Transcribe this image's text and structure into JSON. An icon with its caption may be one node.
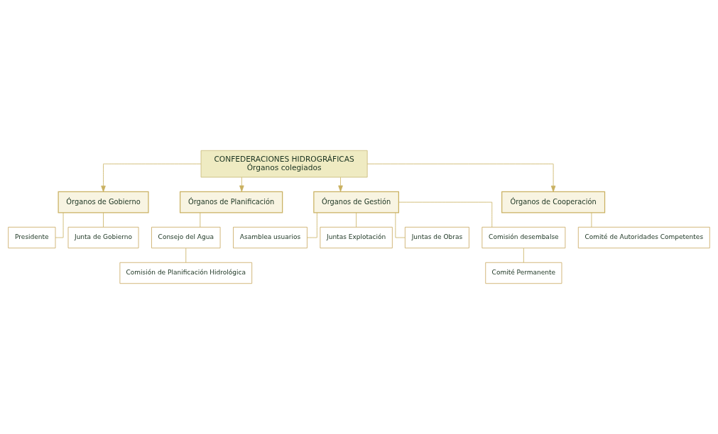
{
  "diagram": {
    "nodes": [
      {
        "text": [
          "CONFEDERACIONES HIDROGRÁFICAS",
          "Órganos colegiados"
        ]
      },
      {
        "text": [
          "Órganos de Gobierno"
        ]
      },
      {
        "text": [
          "Órganos de Planificación"
        ]
      },
      {
        "text": [
          "Órganos de Gestión"
        ]
      },
      {
        "text": [
          "Órganos de Cooperación"
        ]
      },
      {
        "text": [
          "Presidente"
        ]
      },
      {
        "text": [
          "Junta de Gobierno"
        ]
      },
      {
        "text": [
          "Consejo del Agua"
        ]
      },
      {
        "text": [
          "Comisión de Planificación Hidrológica"
        ]
      },
      {
        "text": [
          "Asamblea usuarios"
        ]
      },
      {
        "text": [
          "Juntas Explotación"
        ]
      },
      {
        "text": [
          "Juntas de Obras"
        ]
      },
      {
        "text": [
          "Comisión desembalse"
        ]
      },
      {
        "text": [
          "Comité Permanente"
        ]
      },
      {
        "text": [
          "Comité de Autoridades Competentes"
        ]
      }
    ],
    "edges": [
      {
        "from": 0,
        "to": 1,
        "arrow": "to"
      },
      {
        "from": 0,
        "to": 2,
        "arrow": "to"
      },
      {
        "from": 0,
        "to": 3,
        "arrow": "to"
      },
      {
        "from": 0,
        "to": 4,
        "arrow": "to"
      },
      {
        "from": 1,
        "to": 5,
        "arrow": "none"
      },
      {
        "from": 1,
        "to": 6,
        "arrow": "none"
      },
      {
        "from": 2,
        "to": 7,
        "arrow": "none"
      },
      {
        "from": 7,
        "to": 8,
        "arrow": "none"
      },
      {
        "from": 3,
        "to": 9,
        "arrow": "none"
      },
      {
        "from": 3,
        "to": 10,
        "arrow": "none"
      },
      {
        "from": 3,
        "to": 11,
        "arrow": "none"
      },
      {
        "from": 3,
        "to": 12,
        "arrow": "none"
      },
      {
        "from": 12,
        "to": 13,
        "arrow": "none"
      },
      {
        "from": 4,
        "to": 14,
        "arrow": "none"
      }
    ]
  }
}
